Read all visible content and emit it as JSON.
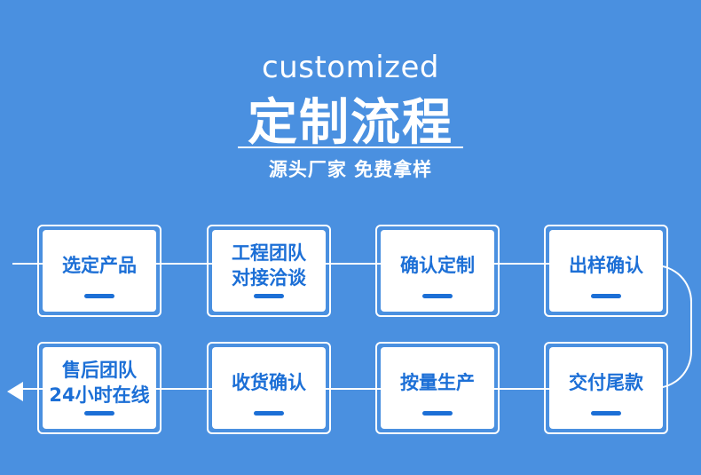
{
  "header": {
    "subtitle_en": "customized",
    "title": "定制流程",
    "tagline": "源头厂家  免费拿样"
  },
  "steps": [
    {
      "label": "选定产品"
    },
    {
      "label": "工程团队\n对接洽谈"
    },
    {
      "label": "确认定制"
    },
    {
      "label": "出样确认"
    },
    {
      "label": "交付尾款"
    },
    {
      "label": "按量生产"
    },
    {
      "label": "收货确认"
    },
    {
      "label": "售后团队\n24小时在线"
    }
  ],
  "colors": {
    "background": "#4a90e0",
    "accent": "#1c6fd6",
    "card": "#ffffff"
  }
}
